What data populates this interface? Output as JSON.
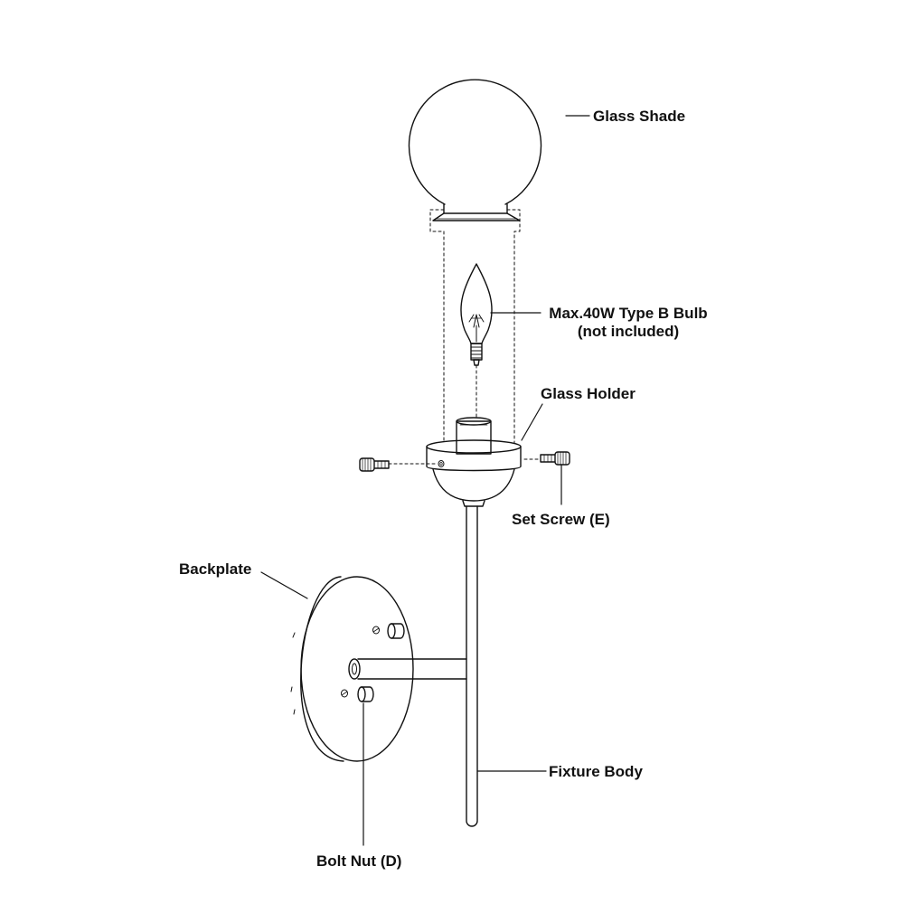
{
  "labels": {
    "glass_shade": "Glass Shade",
    "bulb_line1": "Max.40W Type B Bulb",
    "bulb_line2": "(not included)",
    "glass_holder": "Glass Holder",
    "set_screw": "Set Screw (E)",
    "backplate": "Backplate",
    "fixture_body": "Fixture Body",
    "bolt_nut": "Bolt Nut (D)"
  },
  "colors": {
    "stroke": "#111111",
    "background": "#ffffff"
  }
}
